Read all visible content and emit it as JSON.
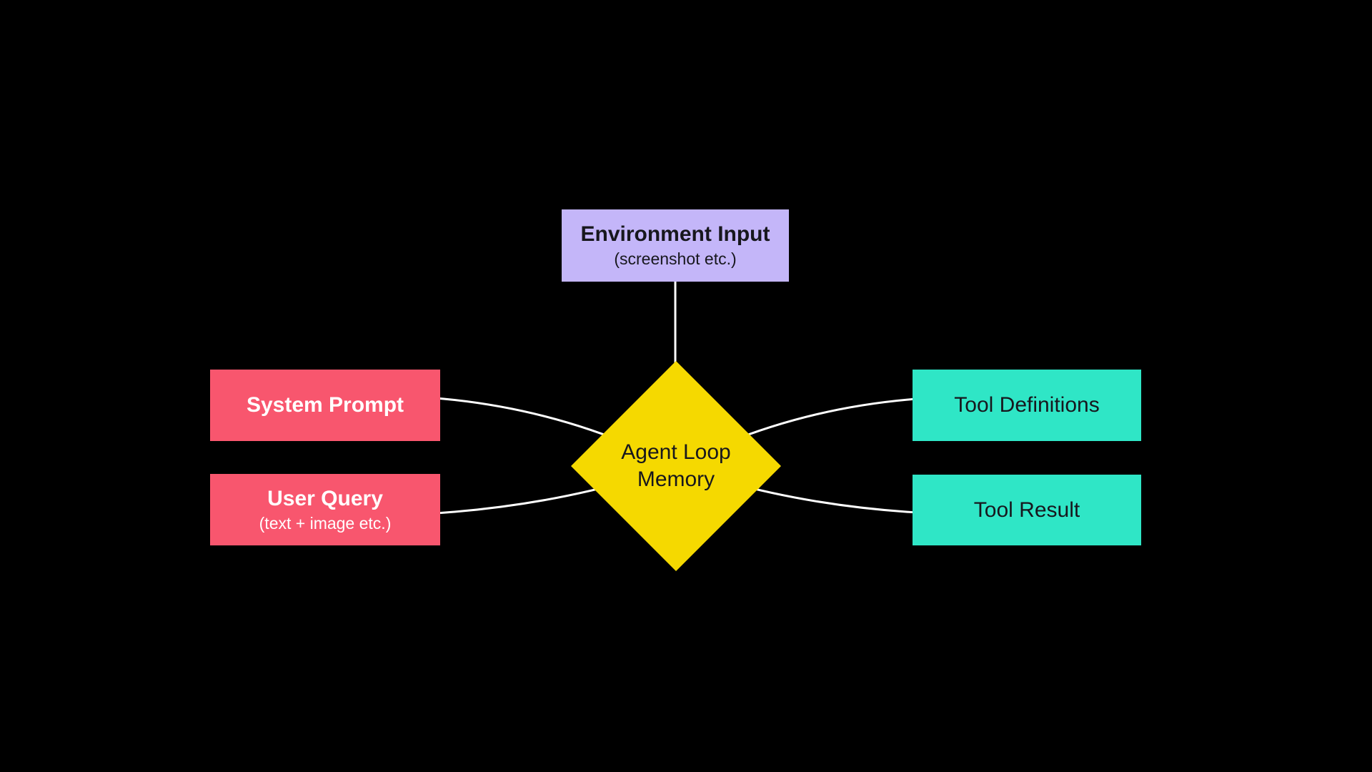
{
  "colors": {
    "background": "#000000",
    "connector": "#ffffff",
    "environment": "#c4b6f9",
    "prompt_pink": "#f8566e",
    "tool_teal": "#2fe6c6",
    "memory_yellow": "#f5d900",
    "node_text_dark": "#17171d",
    "node_text_light": "#ffffff"
  },
  "nodes": {
    "environment_input": {
      "title": "Environment Input",
      "subtitle": "(screenshot etc.)"
    },
    "system_prompt": {
      "title": "System Prompt"
    },
    "user_query": {
      "title": "User Query",
      "subtitle": "(text + image etc.)"
    },
    "tool_definitions": {
      "title": "Tool Definitions"
    },
    "tool_result": {
      "title": "Tool Result"
    },
    "agent_loop_memory": {
      "title_line1": "Agent Loop",
      "title_line2": "Memory"
    }
  }
}
